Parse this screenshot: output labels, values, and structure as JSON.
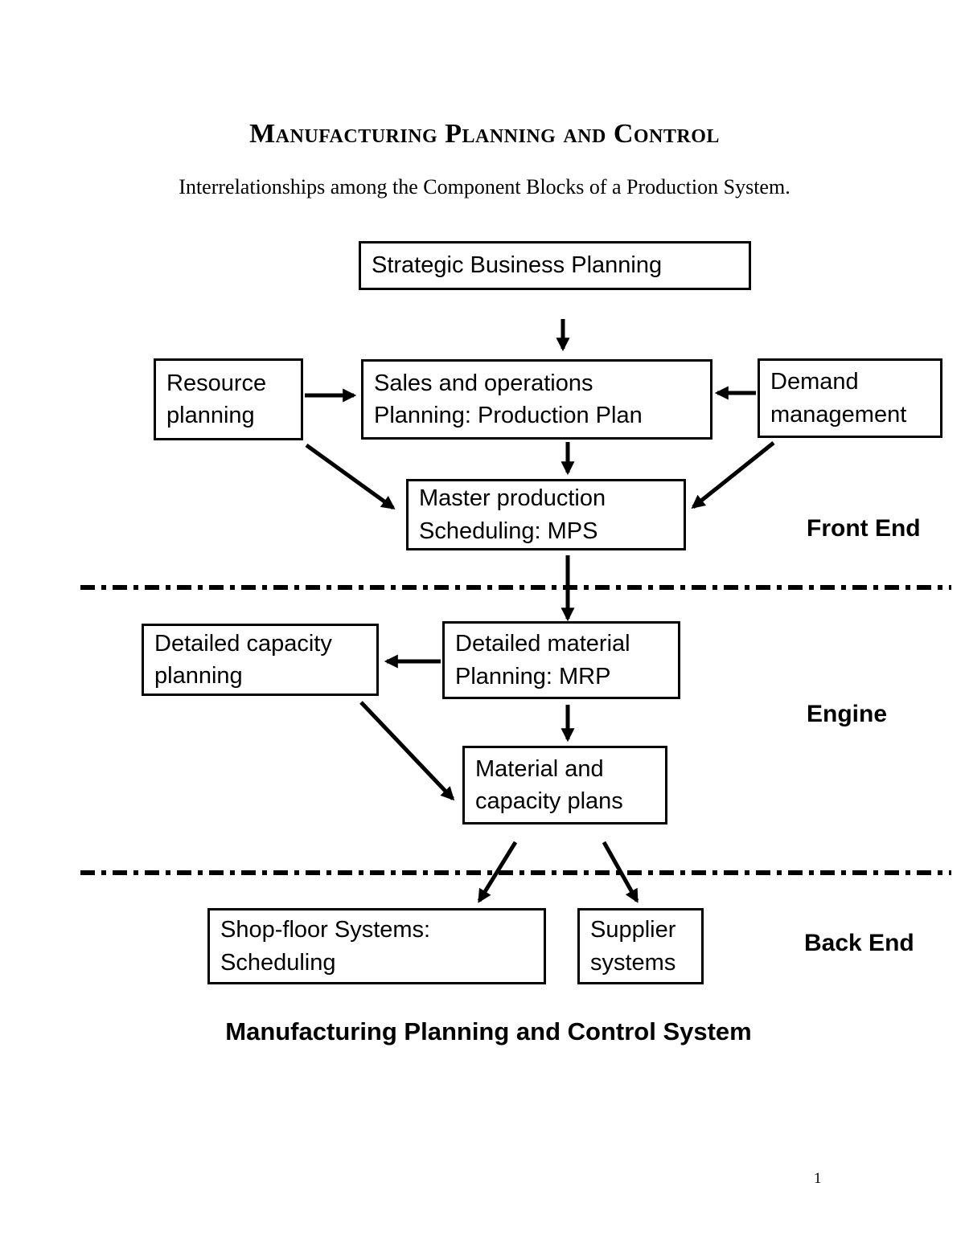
{
  "page": {
    "title": "Manufacturing Planning and Control",
    "subtitle": "Interrelationships among the Component Blocks of a Production System.",
    "caption": "Manufacturing Planning and Control System",
    "page_number": "1"
  },
  "diagram": {
    "boxes": [
      {
        "id": "strategic-business-planning",
        "label": "Strategic Business Planning"
      },
      {
        "id": "resource-planning",
        "label": "Resource\nplanning"
      },
      {
        "id": "sales-and-operations-planning",
        "label": "Sales and operations\nPlanning: Production Plan"
      },
      {
        "id": "demand-management",
        "label": "Demand\nmanagement"
      },
      {
        "id": "master-production-scheduling",
        "label": "Master production\nScheduling: MPS"
      },
      {
        "id": "detailed-capacity-planning",
        "label": "Detailed capacity\nplanning"
      },
      {
        "id": "detailed-material-planning",
        "label": "Detailed material\nPlanning: MRP"
      },
      {
        "id": "material-and-capacity-plans",
        "label": "Material and\ncapacity plans"
      },
      {
        "id": "shop-floor-systems",
        "label": "Shop-floor Systems:\nScheduling"
      },
      {
        "id": "supplier-systems",
        "label": "Supplier\nsystems"
      }
    ],
    "sections": {
      "front_end": "Front End",
      "engine": "Engine",
      "back_end": "Back End"
    },
    "colors": {
      "line": "#000000",
      "background": "#ffffff"
    }
  }
}
